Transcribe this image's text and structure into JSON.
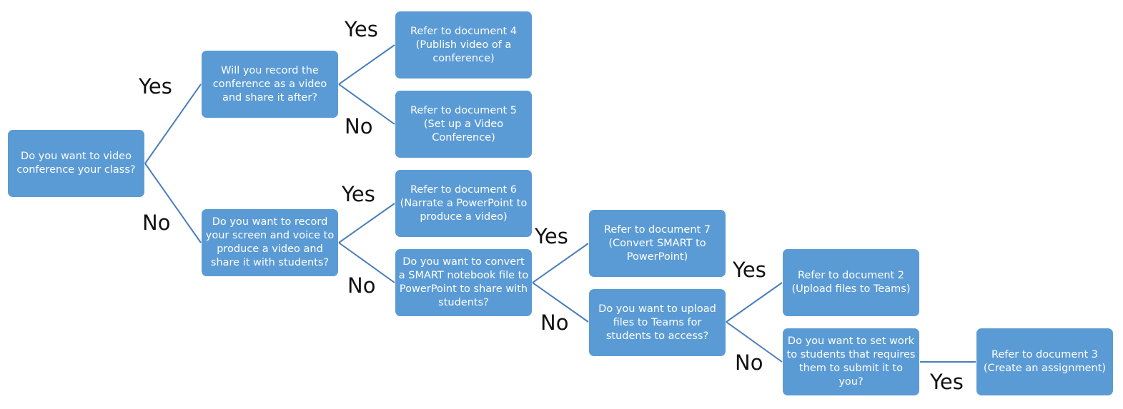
{
  "colors": {
    "node_fill": "#5b9bd5",
    "node_text": "#ffffff",
    "connector": "#4a7ebb",
    "label_text": "#111111"
  },
  "nodes": {
    "q_video_conference": "Do you want to video conference your class?",
    "q_record_conference": "Will you record the conference as a video and share it after?",
    "q_record_screen": "Do you want to record your screen and voice to produce a video and share it with students?",
    "doc4": "Refer to document 4 (Publish video of a conference)",
    "doc5": "Refer to document 5 (Set up a Video Conference)",
    "doc6": "Refer to document 6 (Narrate a PowerPoint to produce a video)",
    "q_convert_smart": "Do you want to convert a SMART notebook file to PowerPoint to share with students?",
    "doc7": "Refer to document 7 (Convert SMART to PowerPoint)",
    "q_upload_files": "Do you want to upload files to Teams for students to access?",
    "doc2": "Refer to document 2 (Upload files to Teams)",
    "q_set_work": "Do you want to set work to students that requires them to submit it to you?",
    "doc3": "Refer to document 3 (Create an assignment)"
  },
  "edge_labels": {
    "yes": "Yes",
    "no": "No"
  }
}
